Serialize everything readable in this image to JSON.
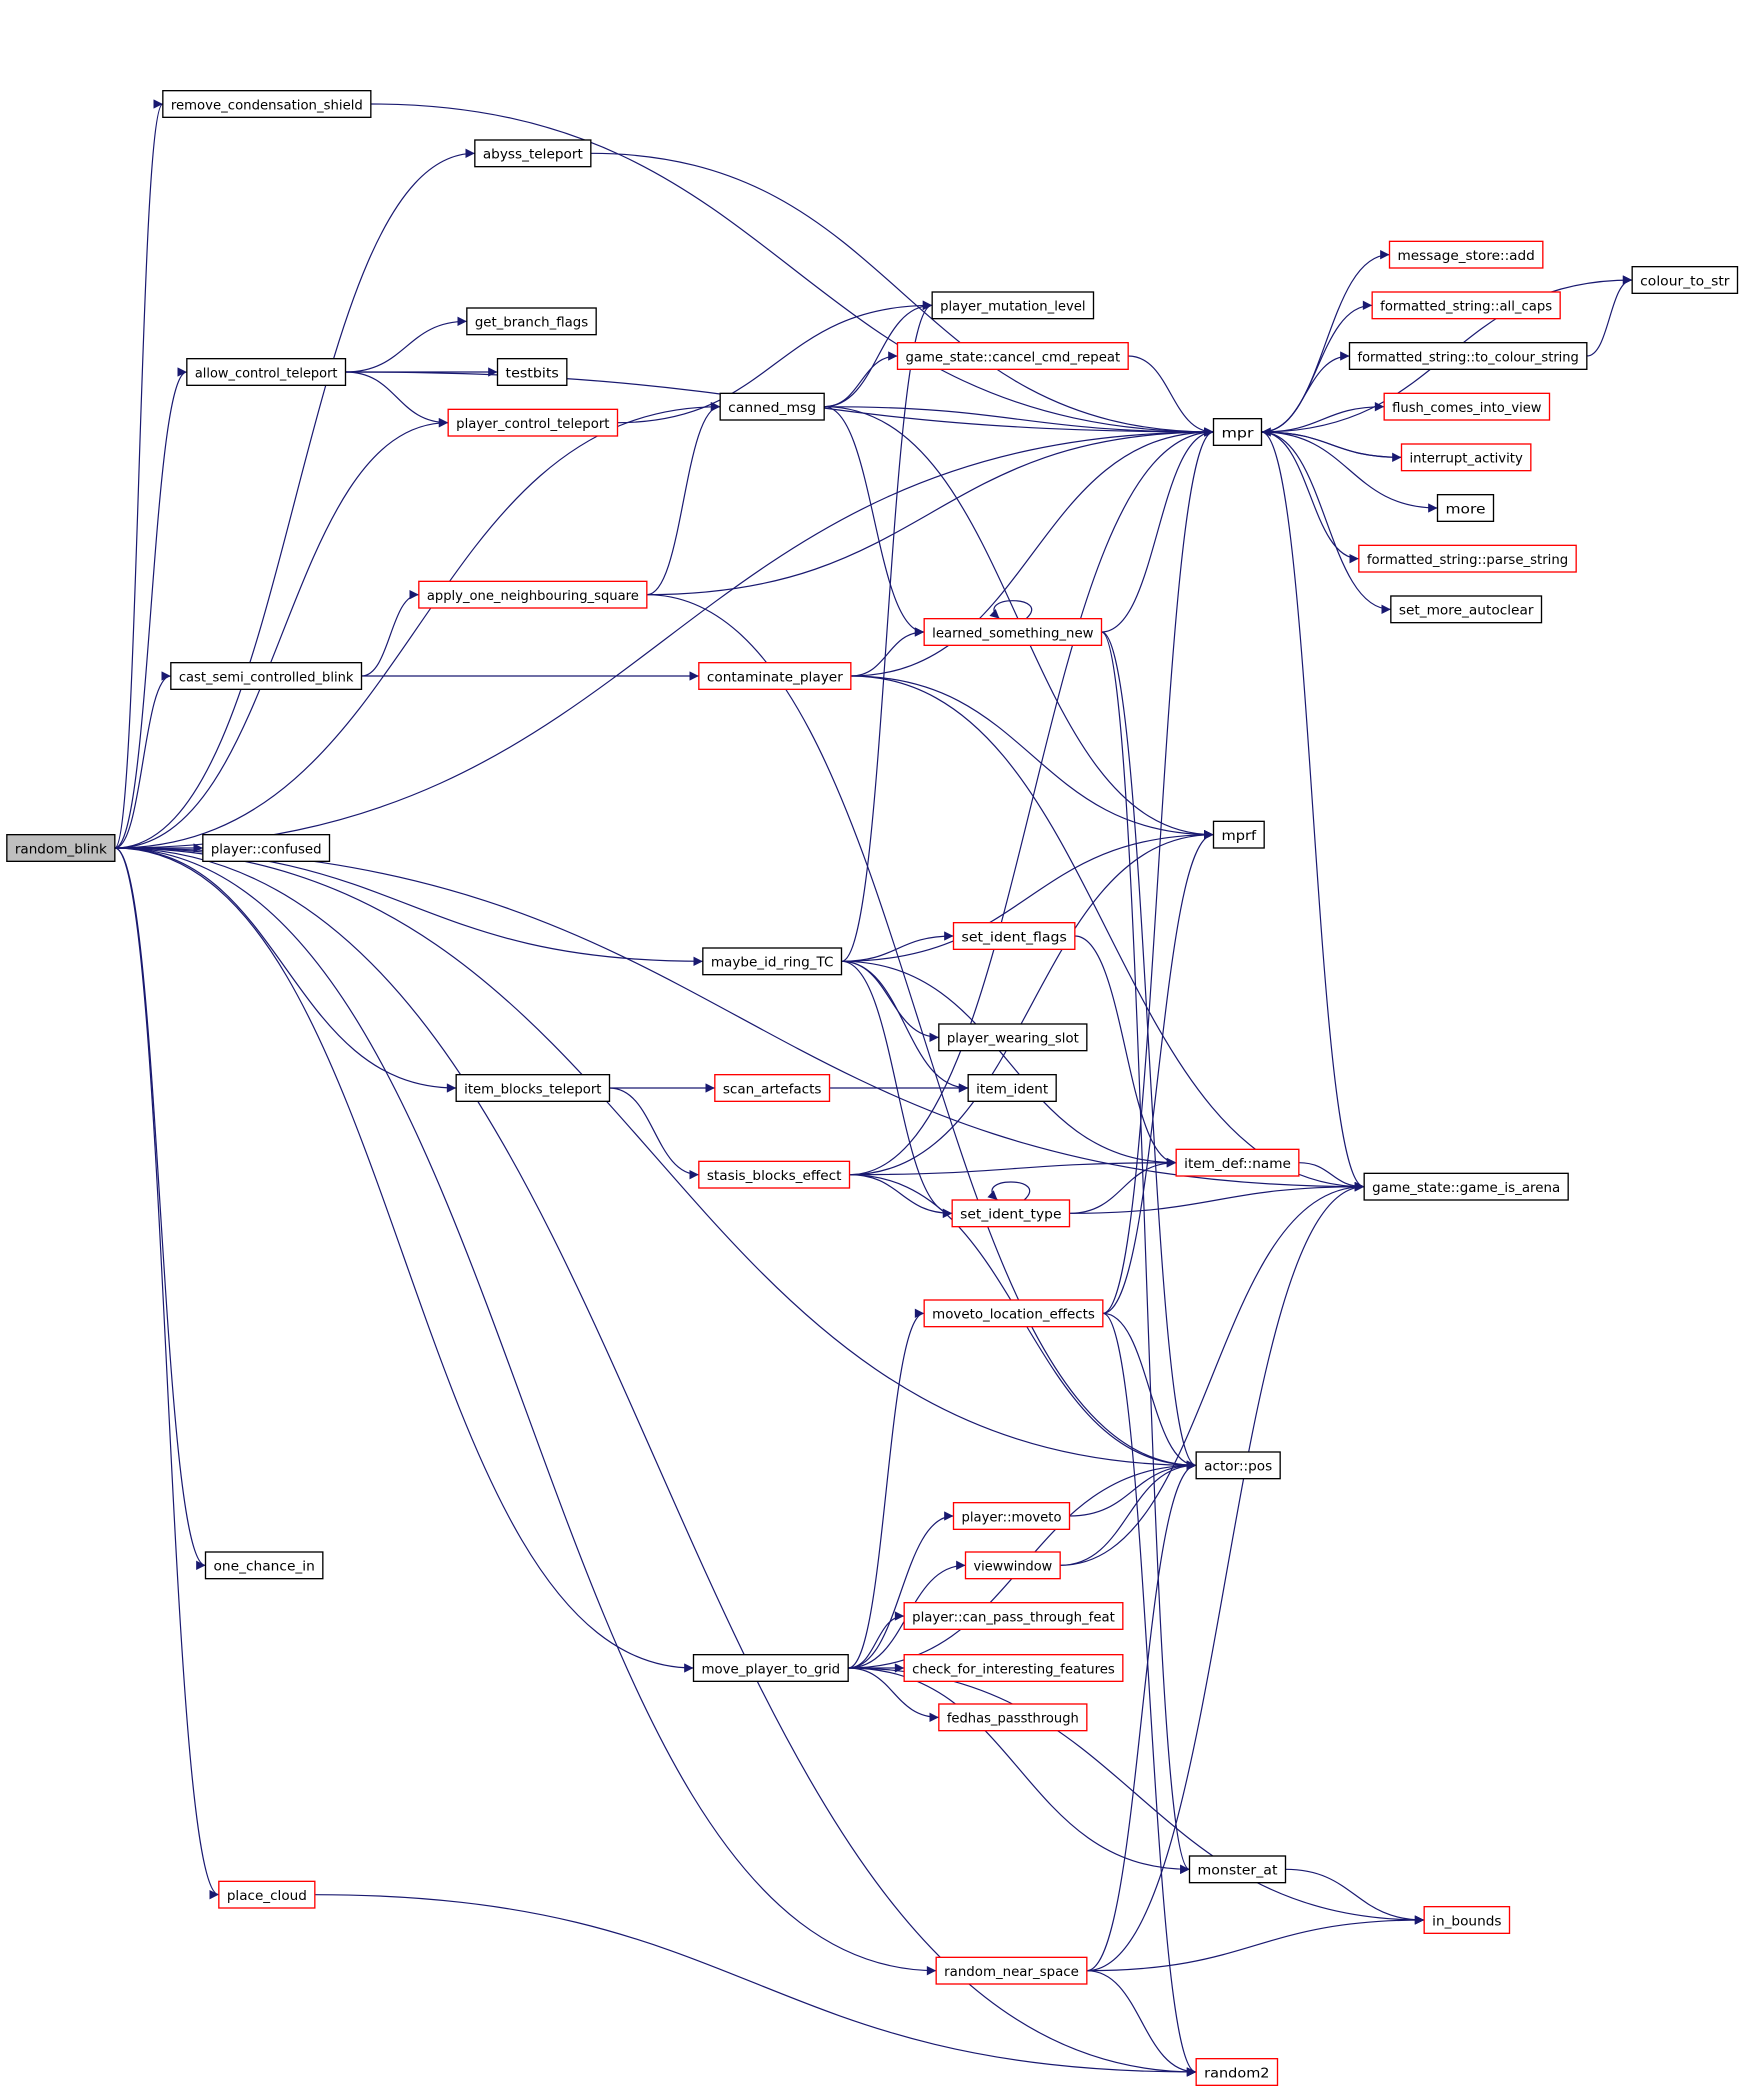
{
  "title": "random_blink",
  "colors": {
    "edge": "#191970",
    "root_fill": "#bfbfbf",
    "documented_border": "#000000",
    "undocumented_border": "#ff0000"
  },
  "nodes": [
    {
      "id": "random_blink",
      "label": "random_blink",
      "border": "black",
      "root": true
    },
    {
      "id": "remove_condensation_shield",
      "label": "remove_condensation_shield",
      "border": "black"
    },
    {
      "id": "abyss_teleport",
      "label": "abyss_teleport",
      "border": "black"
    },
    {
      "id": "allow_control_teleport",
      "label": "allow_control_teleport",
      "border": "black"
    },
    {
      "id": "get_branch_flags",
      "label": "get_branch_flags",
      "border": "black"
    },
    {
      "id": "testbits",
      "label": "testbits",
      "border": "black"
    },
    {
      "id": "player_control_teleport",
      "label": "player_control_teleport",
      "border": "red"
    },
    {
      "id": "canned_msg",
      "label": "canned_msg",
      "border": "black"
    },
    {
      "id": "player_mutation_level",
      "label": "player_mutation_level",
      "border": "black"
    },
    {
      "id": "cancel_cmd_repeat",
      "label": "game_state::cancel_cmd_repeat",
      "border": "red"
    },
    {
      "id": "mpr",
      "label": "mpr",
      "border": "black"
    },
    {
      "id": "message_store_add",
      "label": "message_store::add",
      "border": "red"
    },
    {
      "id": "all_caps",
      "label": "formatted_string::all_caps",
      "border": "red"
    },
    {
      "id": "to_colour_string",
      "label": "formatted_string::to_colour_string",
      "border": "black"
    },
    {
      "id": "colour_to_str",
      "label": "colour_to_str",
      "border": "black"
    },
    {
      "id": "flush_comes_into_view",
      "label": "flush_comes_into_view",
      "border": "red"
    },
    {
      "id": "interrupt_activity",
      "label": "interrupt_activity",
      "border": "red"
    },
    {
      "id": "more",
      "label": "more",
      "border": "black"
    },
    {
      "id": "parse_string",
      "label": "formatted_string::parse_string",
      "border": "red"
    },
    {
      "id": "set_more_autoclear",
      "label": "set_more_autoclear",
      "border": "black"
    },
    {
      "id": "apply_one_neighbouring_square",
      "label": "apply_one_neighbouring_square",
      "border": "red"
    },
    {
      "id": "learned_something_new",
      "label": "learned_something_new",
      "border": "red"
    },
    {
      "id": "cast_semi_controlled_blink",
      "label": "cast_semi_controlled_blink",
      "border": "black"
    },
    {
      "id": "contaminate_player",
      "label": "contaminate_player",
      "border": "red"
    },
    {
      "id": "mprf",
      "label": "mprf",
      "border": "black"
    },
    {
      "id": "player_confused",
      "label": "player::confused",
      "border": "black"
    },
    {
      "id": "maybe_id_ring_TC",
      "label": "maybe_id_ring_TC",
      "border": "black"
    },
    {
      "id": "set_ident_flags",
      "label": "set_ident_flags",
      "border": "red"
    },
    {
      "id": "player_wearing_slot",
      "label": "player_wearing_slot",
      "border": "black"
    },
    {
      "id": "item_blocks_teleport",
      "label": "item_blocks_teleport",
      "border": "black"
    },
    {
      "id": "scan_artefacts",
      "label": "scan_artefacts",
      "border": "red"
    },
    {
      "id": "item_ident",
      "label": "item_ident",
      "border": "black"
    },
    {
      "id": "item_def_name",
      "label": "item_def::name",
      "border": "red"
    },
    {
      "id": "game_is_arena",
      "label": "game_state::game_is_arena",
      "border": "black"
    },
    {
      "id": "stasis_blocks_effect",
      "label": "stasis_blocks_effect",
      "border": "red"
    },
    {
      "id": "set_ident_type",
      "label": "set_ident_type",
      "border": "red"
    },
    {
      "id": "moveto_location_effects",
      "label": "moveto_location_effects",
      "border": "red"
    },
    {
      "id": "actor_pos",
      "label": "actor::pos",
      "border": "black"
    },
    {
      "id": "player_moveto",
      "label": "player::moveto",
      "border": "red"
    },
    {
      "id": "viewwindow",
      "label": "viewwindow",
      "border": "red"
    },
    {
      "id": "one_chance_in",
      "label": "one_chance_in",
      "border": "black"
    },
    {
      "id": "can_pass_through_feat",
      "label": "player::can_pass_through_feat",
      "border": "red"
    },
    {
      "id": "move_player_to_grid",
      "label": "move_player_to_grid",
      "border": "black"
    },
    {
      "id": "check_for_interesting_features",
      "label": "check_for_interesting_features",
      "border": "red"
    },
    {
      "id": "fedhas_passthrough",
      "label": "fedhas_passthrough",
      "border": "red"
    },
    {
      "id": "monster_at",
      "label": "monster_at",
      "border": "black"
    },
    {
      "id": "in_bounds",
      "label": "in_bounds",
      "border": "red"
    },
    {
      "id": "place_cloud",
      "label": "place_cloud",
      "border": "red"
    },
    {
      "id": "random_near_space",
      "label": "random_near_space",
      "border": "red"
    },
    {
      "id": "random2",
      "label": "random2",
      "border": "red"
    }
  ],
  "edges": [
    [
      "random_blink",
      "remove_condensation_shield"
    ],
    [
      "random_blink",
      "abyss_teleport"
    ],
    [
      "random_blink",
      "mpr"
    ],
    [
      "random_blink",
      "allow_control_teleport"
    ],
    [
      "random_blink",
      "player_control_teleport"
    ],
    [
      "random_blink",
      "canned_msg"
    ],
    [
      "random_blink",
      "cast_semi_controlled_blink"
    ],
    [
      "random_blink",
      "game_is_arena"
    ],
    [
      "random_blink",
      "player_confused"
    ],
    [
      "random_blink",
      "maybe_id_ring_TC"
    ],
    [
      "random_blink",
      "item_blocks_teleport"
    ],
    [
      "random_blink",
      "actor_pos"
    ],
    [
      "random_blink",
      "one_chance_in"
    ],
    [
      "random_blink",
      "move_player_to_grid"
    ],
    [
      "random_blink",
      "place_cloud"
    ],
    [
      "random_blink",
      "random_near_space"
    ],
    [
      "random_blink",
      "random2"
    ],
    [
      "remove_condensation_shield",
      "mpr"
    ],
    [
      "abyss_teleport",
      "mpr"
    ],
    [
      "allow_control_teleport",
      "get_branch_flags"
    ],
    [
      "allow_control_teleport",
      "testbits"
    ],
    [
      "allow_control_teleport",
      "player_control_teleport"
    ],
    [
      "allow_control_teleport",
      "mpr"
    ],
    [
      "player_control_teleport",
      "player_mutation_level"
    ],
    [
      "canned_msg",
      "player_mutation_level"
    ],
    [
      "canned_msg",
      "cancel_cmd_repeat"
    ],
    [
      "canned_msg",
      "mpr"
    ],
    [
      "canned_msg",
      "mprf"
    ],
    [
      "canned_msg",
      "learned_something_new"
    ],
    [
      "cancel_cmd_repeat",
      "mpr"
    ],
    [
      "mpr",
      "message_store_add"
    ],
    [
      "mpr",
      "all_caps"
    ],
    [
      "mpr",
      "to_colour_string"
    ],
    [
      "mpr",
      "flush_comes_into_view"
    ],
    [
      "mpr",
      "interrupt_activity"
    ],
    [
      "mpr",
      "more"
    ],
    [
      "mpr",
      "parse_string"
    ],
    [
      "mpr",
      "set_more_autoclear"
    ],
    [
      "mpr",
      "colour_to_str"
    ],
    [
      "mpr",
      "game_is_arena"
    ],
    [
      "interrupt_activity",
      "mpr"
    ],
    [
      "to_colour_string",
      "colour_to_str"
    ],
    [
      "apply_one_neighbouring_square",
      "canned_msg"
    ],
    [
      "apply_one_neighbouring_square",
      "mpr"
    ],
    [
      "apply_one_neighbouring_square",
      "actor_pos"
    ],
    [
      "cast_semi_controlled_blink",
      "apply_one_neighbouring_square"
    ],
    [
      "cast_semi_controlled_blink",
      "contaminate_player"
    ],
    [
      "contaminate_player",
      "learned_something_new"
    ],
    [
      "contaminate_player",
      "mpr"
    ],
    [
      "contaminate_player",
      "mprf"
    ],
    [
      "contaminate_player",
      "game_is_arena"
    ],
    [
      "learned_something_new",
      "learned_something_new"
    ],
    [
      "learned_something_new",
      "mpr"
    ],
    [
      "learned_something_new",
      "actor_pos"
    ],
    [
      "learned_something_new",
      "monster_at"
    ],
    [
      "maybe_id_ring_TC",
      "player_mutation_level"
    ],
    [
      "maybe_id_ring_TC",
      "mprf"
    ],
    [
      "maybe_id_ring_TC",
      "set_ident_flags"
    ],
    [
      "maybe_id_ring_TC",
      "player_wearing_slot"
    ],
    [
      "maybe_id_ring_TC",
      "item_ident"
    ],
    [
      "maybe_id_ring_TC",
      "item_def_name"
    ],
    [
      "maybe_id_ring_TC",
      "set_ident_type"
    ],
    [
      "set_ident_flags",
      "item_def_name"
    ],
    [
      "item_blocks_teleport",
      "scan_artefacts"
    ],
    [
      "item_blocks_teleport",
      "stasis_blocks_effect"
    ],
    [
      "scan_artefacts",
      "item_ident"
    ],
    [
      "stasis_blocks_effect",
      "mpr"
    ],
    [
      "stasis_blocks_effect",
      "mprf"
    ],
    [
      "stasis_blocks_effect",
      "set_ident_type"
    ],
    [
      "stasis_blocks_effect",
      "item_def_name"
    ],
    [
      "stasis_blocks_effect",
      "actor_pos"
    ],
    [
      "set_ident_type",
      "set_ident_type"
    ],
    [
      "set_ident_type",
      "item_def_name"
    ],
    [
      "set_ident_type",
      "game_is_arena"
    ],
    [
      "item_def_name",
      "game_is_arena"
    ],
    [
      "moveto_location_effects",
      "mpr"
    ],
    [
      "moveto_location_effects",
      "mprf"
    ],
    [
      "moveto_location_effects",
      "actor_pos"
    ],
    [
      "moveto_location_effects",
      "random2"
    ],
    [
      "player_moveto",
      "actor_pos"
    ],
    [
      "viewwindow",
      "actor_pos"
    ],
    [
      "viewwindow",
      "game_is_arena"
    ],
    [
      "move_player_to_grid",
      "moveto_location_effects"
    ],
    [
      "move_player_to_grid",
      "player_moveto"
    ],
    [
      "move_player_to_grid",
      "viewwindow"
    ],
    [
      "move_player_to_grid",
      "can_pass_through_feat"
    ],
    [
      "move_player_to_grid",
      "check_for_interesting_features"
    ],
    [
      "move_player_to_grid",
      "fedhas_passthrough"
    ],
    [
      "move_player_to_grid",
      "actor_pos"
    ],
    [
      "move_player_to_grid",
      "monster_at"
    ],
    [
      "move_player_to_grid",
      "in_bounds"
    ],
    [
      "monster_at",
      "in_bounds"
    ],
    [
      "place_cloud",
      "random2"
    ],
    [
      "random_near_space",
      "actor_pos"
    ],
    [
      "random_near_space",
      "game_is_arena"
    ],
    [
      "random_near_space",
      "in_bounds"
    ],
    [
      "random_near_space",
      "random2"
    ]
  ]
}
